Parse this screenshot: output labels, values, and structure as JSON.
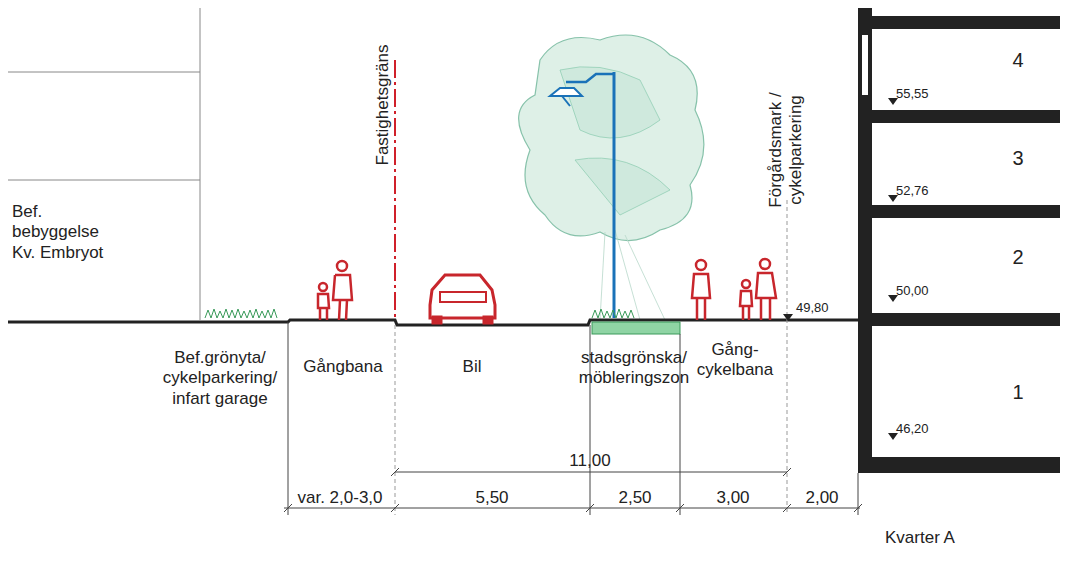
{
  "diagram": {
    "labels": [
      "Bef. bebyggelse Kv. Embryot",
      "Fastighetsgräns",
      "Förgårdsmark / cykelparkering",
      "4",
      "55,55",
      "3",
      "52,76",
      "2",
      "50,00",
      "49,80",
      "1",
      "46,20",
      "Bef.grönyta/ cykelparkering/ infart garage",
      "Gångbana",
      "Bil",
      "stadsgrönska/ möbleringszon",
      "Gång- cykelbana",
      "11,00",
      "var. 2,0-3,0",
      "5,50",
      "2,50",
      "3,00",
      "2,00",
      "Kvarter A"
    ]
  }
}
